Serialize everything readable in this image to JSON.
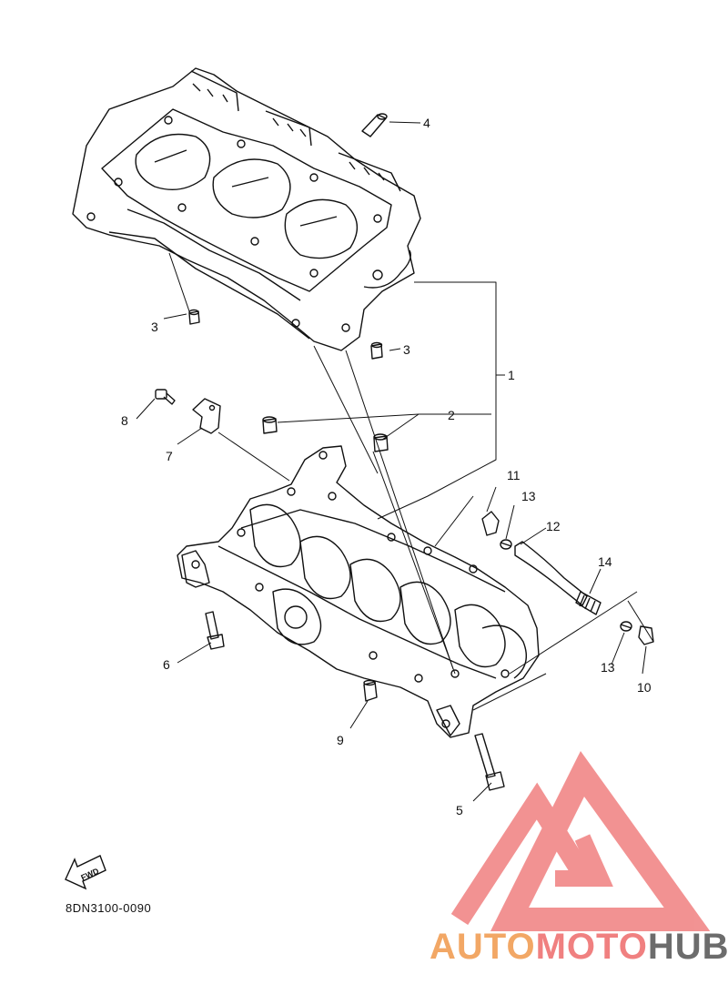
{
  "diagram": {
    "code": "8DN3100-0090",
    "fwd_label": "FWD",
    "callouts": [
      "1",
      "2",
      "3",
      "3",
      "4",
      "5",
      "6",
      "7",
      "8",
      "9",
      "10",
      "11",
      "12",
      "13",
      "13",
      "14"
    ]
  },
  "watermark": {
    "part1": "AUTO",
    "part2": "MOTO",
    "part3": "HUB",
    "color_orange": "#f2a765",
    "color_red": "#f08080",
    "color_gray": "#6c6c6c"
  }
}
